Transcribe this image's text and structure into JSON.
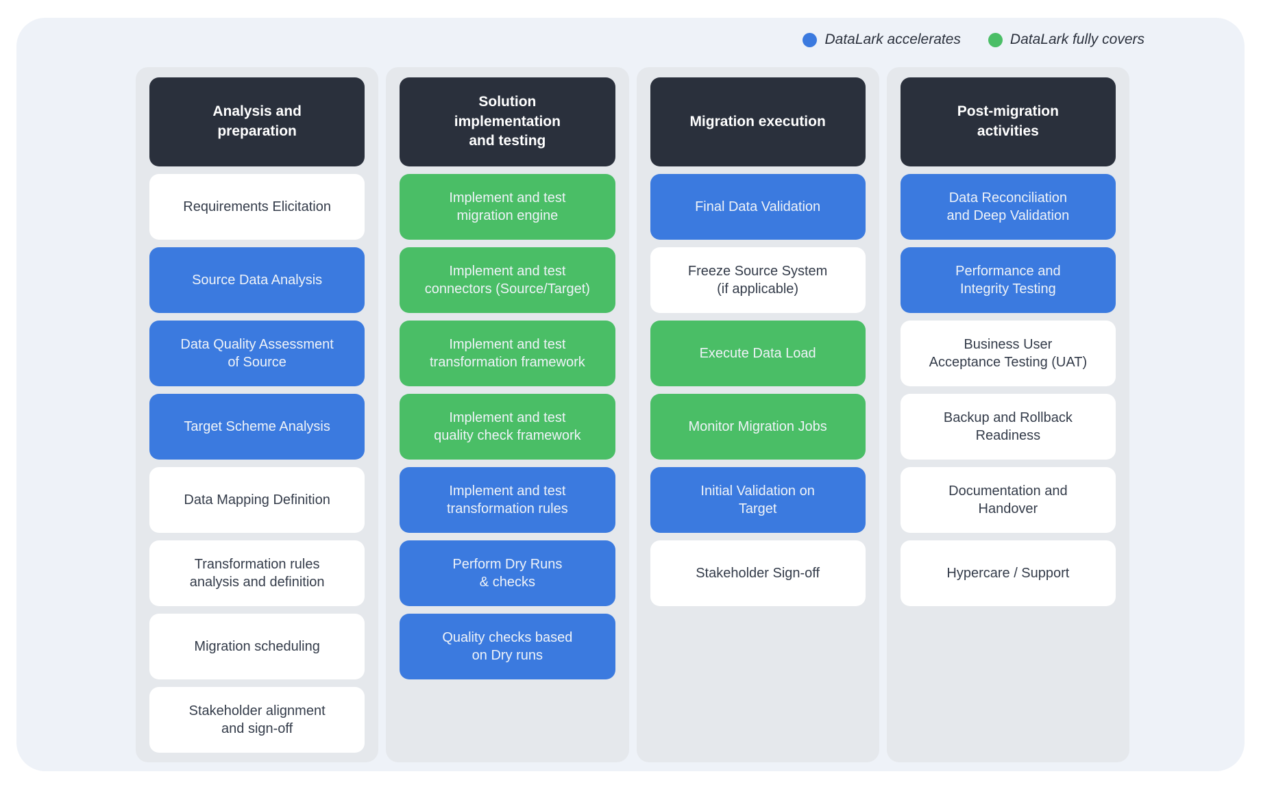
{
  "legend": {
    "items": [
      {
        "label": "DataLark accelerates",
        "color": "#3B7ADF",
        "icon": "blue-dot"
      },
      {
        "label": "DataLark fully covers",
        "color": "#4ABE66",
        "icon": "green-dot"
      }
    ]
  },
  "colors": {
    "page_background": "#FFFFFF",
    "canvas_background": "#EEF2F8",
    "panel_background": "#E5E8EC",
    "header_background": "#2A303C",
    "accelerates_blue": "#3B7ADF",
    "fully_covers_green": "#4ABE66",
    "plain_card": "#FFFFFF",
    "dark_text": "#333B49",
    "light_text": "#EFF3F8"
  },
  "columns": [
    {
      "id": "analysis-and-preparation",
      "title": "Analysis and\npreparation",
      "items": [
        {
          "label": "Requirements Elicitation",
          "type": "plain"
        },
        {
          "label": "Source Data Analysis",
          "type": "accelerates"
        },
        {
          "label": "Data Quality Assessment\nof Source",
          "type": "accelerates"
        },
        {
          "label": "Target Scheme Analysis",
          "type": "accelerates"
        },
        {
          "label": "Data Mapping Definition",
          "type": "plain"
        },
        {
          "label": "Transformation rules\nanalysis and definition",
          "type": "plain"
        },
        {
          "label": "Migration scheduling",
          "type": "plain"
        },
        {
          "label": "Stakeholder alignment\nand sign-off",
          "type": "plain"
        }
      ]
    },
    {
      "id": "solution-implementation-and-testing",
      "title": "Solution\nimplementation\nand testing",
      "items": [
        {
          "label": "Implement and test\nmigration engine",
          "type": "covers"
        },
        {
          "label": "Implement and test\nconnectors (Source/Target)",
          "type": "covers"
        },
        {
          "label": "Implement and test\ntransformation framework",
          "type": "covers"
        },
        {
          "label": "Implement and test\nquality check framework",
          "type": "covers"
        },
        {
          "label": "Implement and test\ntransformation rules",
          "type": "accelerates"
        },
        {
          "label": "Perform Dry Runs\n& checks",
          "type": "accelerates"
        },
        {
          "label": "Quality checks based\non Dry runs",
          "type": "accelerates"
        }
      ]
    },
    {
      "id": "migration-execution",
      "title": "Migration execution",
      "items": [
        {
          "label": "Final Data Validation",
          "type": "accelerates"
        },
        {
          "label": "Freeze Source System\n(if applicable)",
          "type": "plain"
        },
        {
          "label": "Execute Data Load",
          "type": "covers"
        },
        {
          "label": "Monitor Migration Jobs",
          "type": "covers"
        },
        {
          "label": "Initial Validation on\nTarget",
          "type": "accelerates"
        },
        {
          "label": "Stakeholder Sign-off",
          "type": "plain"
        }
      ]
    },
    {
      "id": "post-migration-activities",
      "title": "Post-migration\nactivities",
      "items": [
        {
          "label": "Data Reconciliation\nand Deep Validation",
          "type": "accelerates"
        },
        {
          "label": "Performance and\nIntegrity Testing",
          "type": "accelerates"
        },
        {
          "label": "Business User\nAcceptance Testing (UAT)",
          "type": "plain"
        },
        {
          "label": "Backup and Rollback\nReadiness",
          "type": "plain"
        },
        {
          "label": "Documentation and\nHandover",
          "type": "plain"
        },
        {
          "label": "Hypercare / Support",
          "type": "plain"
        }
      ]
    }
  ]
}
